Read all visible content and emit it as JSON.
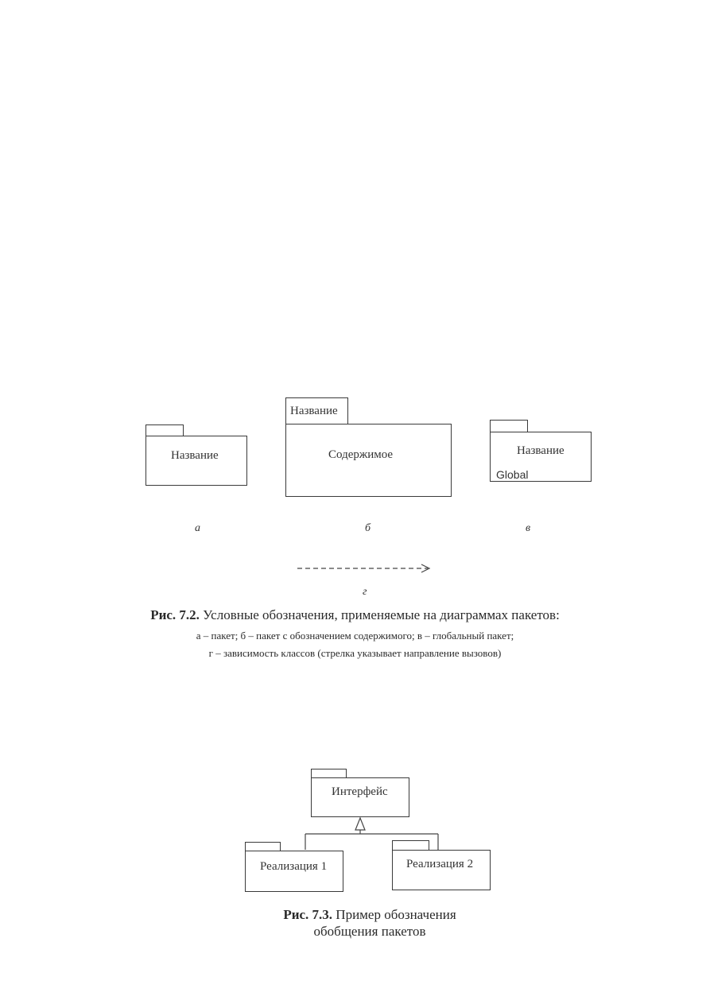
{
  "fig72": {
    "pkg_a": {
      "name": "Название"
    },
    "pkg_b": {
      "tab_name": "Название",
      "content": "Содержимое"
    },
    "pkg_c": {
      "name": "Название",
      "scope": "Global"
    },
    "labels": {
      "a": "а",
      "b": "б",
      "c": "в",
      "d": "г"
    },
    "caption": {
      "number": "Рис. 7.2.",
      "title": "Условные обозначения, применяемые на диаграммах пакетов:",
      "line2": "а – пакет; б – пакет с обозначением содержимого; в – глобальный пакет;",
      "line3": "г – зависимость классов (стрелка указывает направление вызовов)"
    }
  },
  "fig73": {
    "parent": {
      "name": "Интерфейс"
    },
    "child1": {
      "name": "Реализация 1"
    },
    "child2": {
      "name": "Реализация 2"
    },
    "caption": {
      "number": "Рис. 7.3.",
      "line1": "Пример обозначения",
      "line2": "обобщения пакетов"
    }
  }
}
